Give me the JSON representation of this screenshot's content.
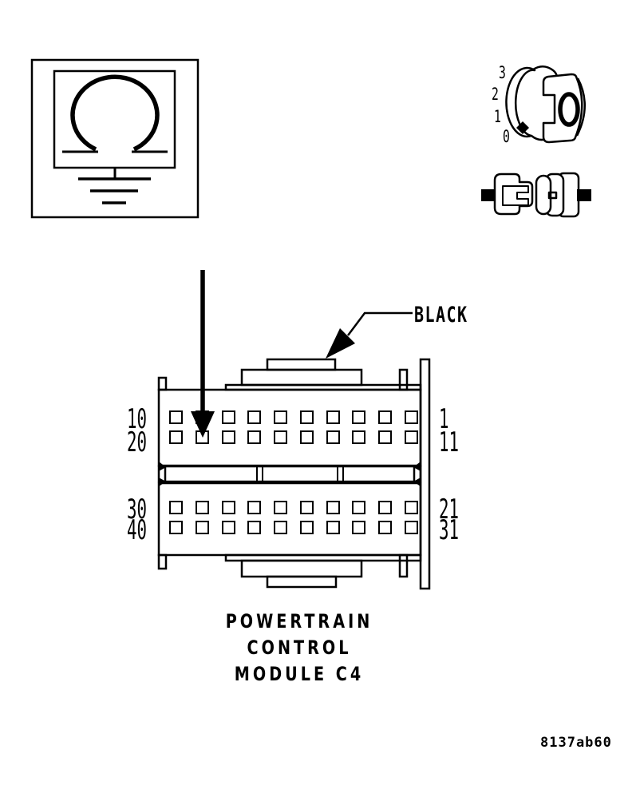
{
  "dial": {
    "labels": [
      "3",
      "2",
      "1",
      "0"
    ]
  },
  "connector": {
    "color_label": "BLACK",
    "pin_labels": {
      "row1_left": "10",
      "row2_left": "20",
      "row3_left": "30",
      "row4_left": "40",
      "row1_right": "1",
      "row2_right": "11",
      "row3_right": "21",
      "row4_right": "31"
    }
  },
  "caption": {
    "lines": [
      "POWERTRAIN",
      "CONTROL",
      "MODULE C4"
    ]
  },
  "figure_id": "8137ab60"
}
